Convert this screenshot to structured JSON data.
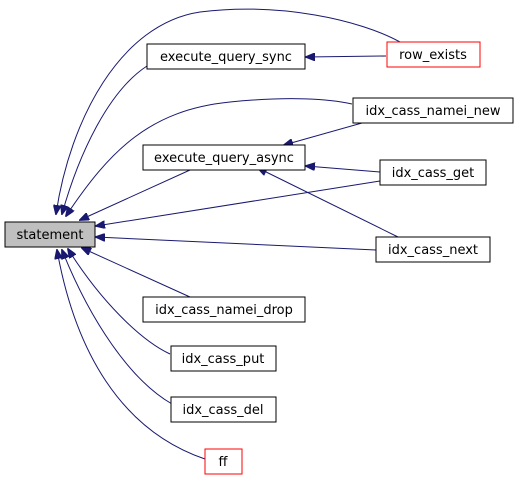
{
  "colors": {
    "edge": "#191970",
    "node_border": "#000000",
    "node_border_truncated": "#ff0000",
    "focus_fill": "#bfbfbf",
    "node_fill": "#ffffff"
  },
  "nodes": {
    "statement": {
      "label": "statement",
      "focus": true
    },
    "execute_query_sync": {
      "label": "execute_query_sync"
    },
    "execute_query_async": {
      "label": "execute_query_async"
    },
    "row_exists": {
      "label": "row_exists",
      "truncated": true
    },
    "idx_cass_namei_new": {
      "label": "idx_cass_namei_new"
    },
    "idx_cass_get": {
      "label": "idx_cass_get"
    },
    "idx_cass_next": {
      "label": "idx_cass_next"
    },
    "idx_cass_namei_drop": {
      "label": "idx_cass_namei_drop"
    },
    "idx_cass_put": {
      "label": "idx_cass_put"
    },
    "idx_cass_del": {
      "label": "idx_cass_del"
    },
    "ff": {
      "label": "ff",
      "truncated": true
    }
  },
  "edges": [
    {
      "from": "execute_query_sync",
      "to": "statement"
    },
    {
      "from": "row_exists",
      "to": "statement"
    },
    {
      "from": "row_exists",
      "to": "execute_query_sync"
    },
    {
      "from": "idx_cass_namei_new",
      "to": "statement"
    },
    {
      "from": "idx_cass_namei_new",
      "to": "execute_query_async"
    },
    {
      "from": "execute_query_async",
      "to": "statement"
    },
    {
      "from": "idx_cass_get",
      "to": "statement"
    },
    {
      "from": "idx_cass_get",
      "to": "execute_query_async"
    },
    {
      "from": "idx_cass_next",
      "to": "statement"
    },
    {
      "from": "idx_cass_next",
      "to": "execute_query_async"
    },
    {
      "from": "idx_cass_namei_drop",
      "to": "statement"
    },
    {
      "from": "idx_cass_put",
      "to": "statement"
    },
    {
      "from": "idx_cass_del",
      "to": "statement"
    },
    {
      "from": "ff",
      "to": "statement"
    }
  ]
}
